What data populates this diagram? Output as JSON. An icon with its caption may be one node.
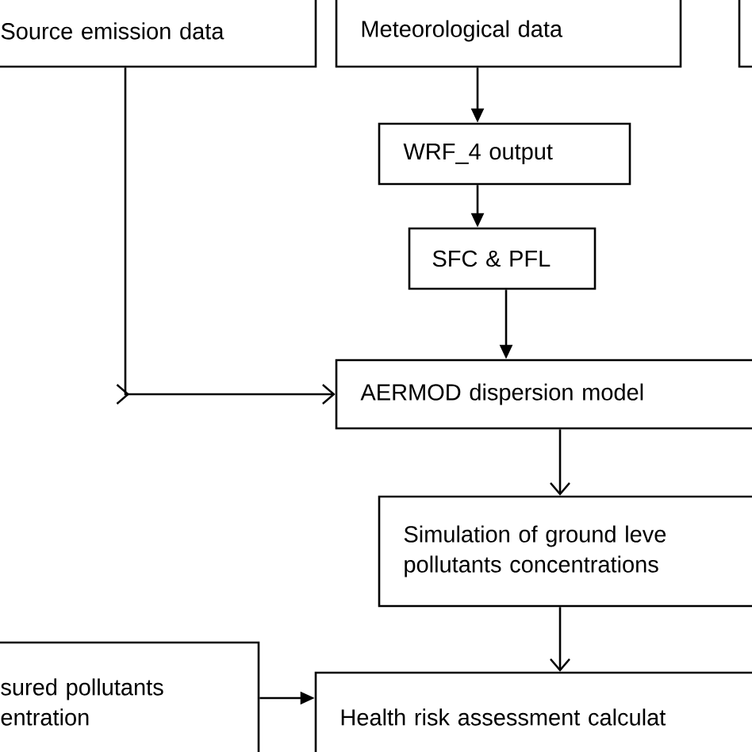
{
  "diagram": {
    "nodes": [
      {
        "text": [
          "Source emission data"
        ]
      },
      {
        "text": [
          "Meteorological data"
        ]
      },
      {
        "text": [],
        "shape": "box"
      },
      {
        "text": [
          "WRF_4 output"
        ]
      },
      {
        "text": [
          "SFC & PFL"
        ]
      },
      {
        "text": [
          "AERMOD dispersion model"
        ]
      },
      {
        "text": [
          "Simulation of ground leve pollutants concentrations"
        ]
      },
      {
        "text": [
          "sured pollutants entration"
        ]
      },
      {
        "text": [
          "Health risk assessment calculat"
        ]
      }
    ],
    "edges": [
      {
        "from": 0,
        "to": 5,
        "arrow": "to"
      },
      {
        "from": 1,
        "to": 3,
        "arrow": "to"
      },
      {
        "from": 3,
        "to": 4,
        "arrow": "to"
      },
      {
        "from": 4,
        "to": 5,
        "arrow": "to"
      },
      {
        "from": 5,
        "to": 6,
        "arrow": "to"
      },
      {
        "from": 6,
        "to": 8,
        "arrow": "to"
      },
      {
        "from": 7,
        "to": 8,
        "arrow": "to"
      }
    ]
  }
}
